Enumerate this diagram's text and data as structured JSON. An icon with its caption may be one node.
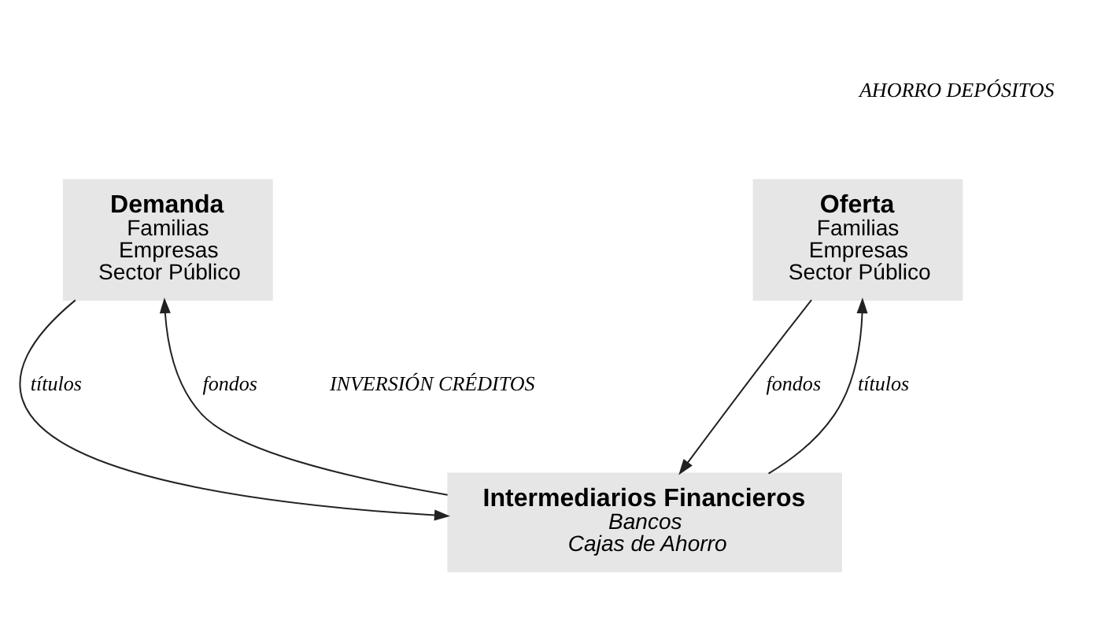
{
  "diagram": {
    "nodes": [
      {
        "text": [
          "Oferta",
          "Familias",
          "Empresas",
          "Sector Público"
        ]
      },
      {
        "text": [
          "Demanda",
          "Familias",
          "Empresas",
          "Sector Público"
        ]
      },
      {
        "text": [
          "Intermediarios Financieros",
          "Bancos",
          "Cajas de Ahorro"
        ]
      }
    ],
    "edges": [
      {
        "from": 0,
        "to": 2,
        "arrow": "to",
        "label": "fondos"
      },
      {
        "from": 2,
        "to": 0,
        "arrow": "to",
        "label": "títulos"
      },
      {
        "from": 1,
        "to": 2,
        "arrow": "to",
        "label": "títulos"
      },
      {
        "from": 2,
        "to": 1,
        "arrow": "to",
        "label": "fondos"
      }
    ],
    "labels": [
      "AHORRO DEPÓSITOS",
      "INVERSIÓN CRÉDITOS"
    ]
  }
}
